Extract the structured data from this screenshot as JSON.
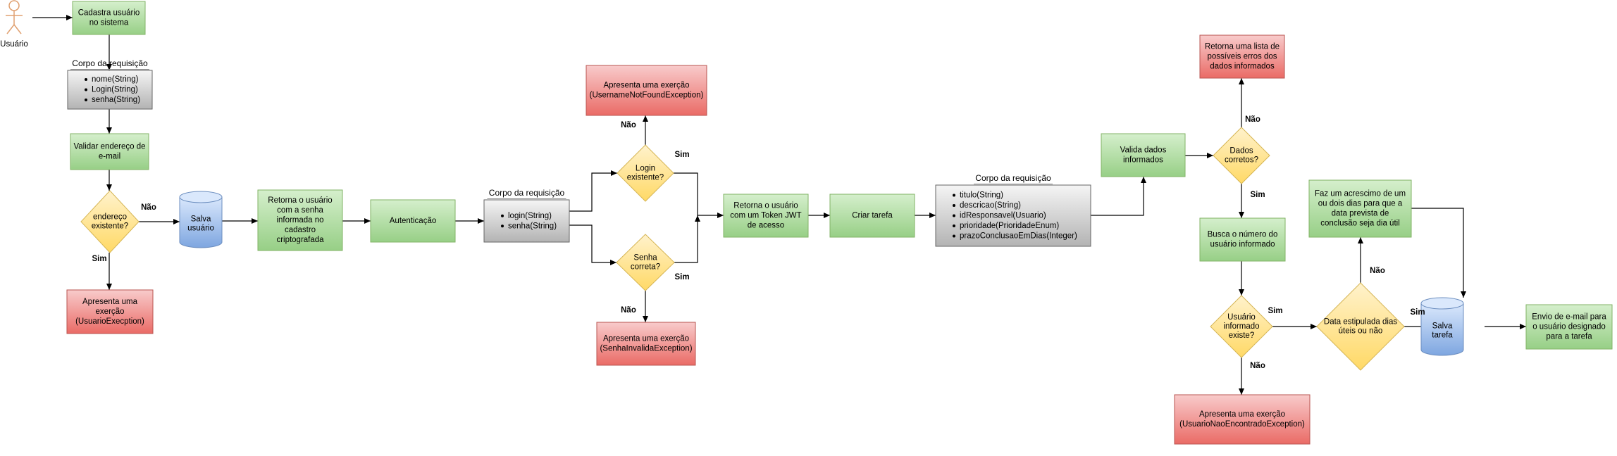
{
  "colors": {
    "green_fill": "#a8d89a",
    "green_stroke": "#82b366",
    "red_fill": "#f19c9c",
    "red_stroke": "#b85450",
    "grey_fill": "#d0d0d0",
    "grey_stroke": "#666666",
    "diamond_fill": "#fdd87a",
    "diamond_stroke": "#d6b656",
    "cylinder_fill": "#8fb0e8",
    "cylinder_stroke": "#6c8ebf",
    "edge": "#000000",
    "text": "#000000",
    "actor": "#e0a070"
  },
  "actor": {
    "label": "Usuário",
    "icon": "person-icon"
  },
  "nodes": {
    "cadastra": [
      "Cadastra usuário",
      "no sistema"
    ],
    "body1_title": "Corpo da requisição",
    "body1_items": [
      "nome(String)",
      "Login(String)",
      "senha(String)"
    ],
    "validar_email": [
      "Validar endereço de",
      "e-mail"
    ],
    "endereco_existente": [
      "endereço",
      "existente?"
    ],
    "exc_usuario": [
      "Apresenta uma",
      "exerção",
      "(UsuarioExecption)"
    ],
    "salva_usuario": [
      "Salva",
      "usuário"
    ],
    "retorna_usuario": [
      "Retorna o usuário",
      "com a senha",
      "informada no",
      "cadastro",
      "criptografada"
    ],
    "autenticacao": [
      "Autenticação"
    ],
    "body2_title": "Corpo da requisição",
    "body2_items": [
      "login(String)",
      "senha(String)"
    ],
    "exc_username": [
      "Apresenta uma exerção",
      "(UsernameNotFoundException)"
    ],
    "login_existente": [
      "Login",
      "existente?"
    ],
    "senha_correta": [
      "Senha",
      "correta?"
    ],
    "exc_senha": [
      "Apresenta uma exerção",
      "(SenhaInvalidaException)"
    ],
    "retorna_token": [
      "Retorna o usuário",
      "com um Token JWT",
      "de acesso"
    ],
    "criar_tarefa": [
      "Criar tarefa"
    ],
    "body3_title": "Corpo da requisição",
    "body3_items": [
      "titulo(String)",
      "descricao(String)",
      "idResponsavel(Usuario)",
      "prioridade(PrioridadeEnum)",
      "prazoConclusaoEmDias(Integer)"
    ],
    "valida_dados": [
      "Valida dados",
      "informados"
    ],
    "dados_corretos": [
      "Dados",
      "corretos?"
    ],
    "retorna_erros": [
      "Retorna uma lista de",
      "possíveis erros dos",
      "dados informados"
    ],
    "busca_usuario": [
      "Busca o número do",
      "usuário informado"
    ],
    "usuario_existe": [
      "Usuário",
      "informado",
      "existe?"
    ],
    "exc_usuario_nao": [
      "Apresenta uma exerção",
      "(UsuarioNaoEncontradoException)"
    ],
    "data_uteis": [
      "Data estipulada dias",
      "úteis ou não"
    ],
    "acrescimo": [
      "Faz um acrescimo de um",
      "ou dois dias para que a",
      "data prevista de",
      "conclusão seja dia útil"
    ],
    "salva_tarefa": [
      "Salva",
      "tarefa"
    ],
    "envio_email": [
      "Envio de e-mail para",
      "o usuário designado",
      "para a tarefa"
    ]
  },
  "edge_labels": {
    "nao_salva": "Não",
    "sim_exc": "Sim",
    "nao_username": "Não",
    "sim_login": "Sim",
    "sim_senha": "Sim",
    "nao_senha": "Não",
    "nao_erros": "Não",
    "sim_busca": "Sim",
    "sim_data": "Sim",
    "nao_exc_usuario": "Não",
    "nao_acrescimo": "Não",
    "sim_salva": "Sim"
  }
}
